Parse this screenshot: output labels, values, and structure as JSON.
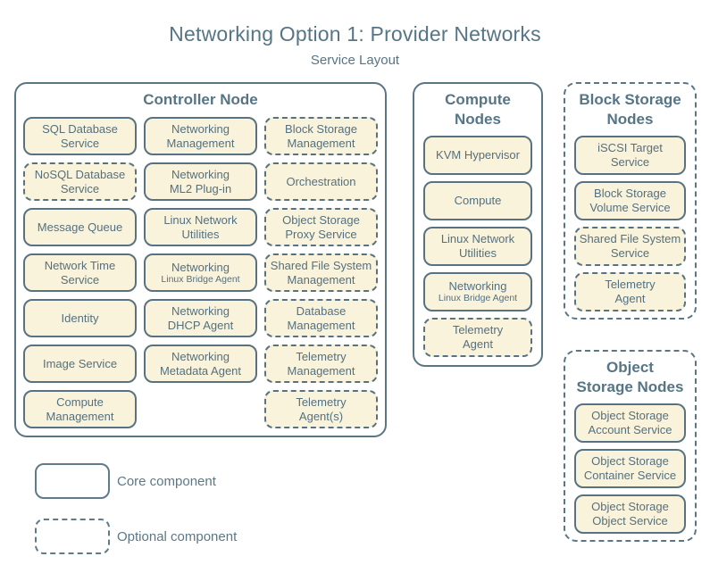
{
  "title": "Networking Option 1: Provider Networks",
  "subtitle": "Service Layout",
  "colors": {
    "background": "#ffffff",
    "box_fill": "#faf3dc",
    "stroke": "#587282",
    "text": "#54707f"
  },
  "containers": [
    {
      "name": "controller-node",
      "title_line1": "Controller Node",
      "title_line2": "",
      "border": "solid",
      "items": [
        {
          "line1": "SQL Database",
          "line2": "Service",
          "type": "core"
        },
        {
          "line1": "Networking",
          "line2": "Management",
          "type": "core"
        },
        {
          "line1": "Block Storage",
          "line2": "Management",
          "type": "optional"
        },
        {
          "line1": "NoSQL Database",
          "line2": "Service",
          "type": "optional"
        },
        {
          "line1": "Networking",
          "line2": "ML2 Plug-in",
          "type": "core"
        },
        {
          "line1": "Orchestration",
          "line2": "",
          "type": "optional"
        },
        {
          "line1": "Message Queue",
          "line2": "",
          "type": "core"
        },
        {
          "line1": "Linux Network",
          "line2": "Utilities",
          "type": "core"
        },
        {
          "line1": "Object Storage",
          "line2": "Proxy Service",
          "type": "optional"
        },
        {
          "line1": "Network Time",
          "line2": "Service",
          "type": "core"
        },
        {
          "line1": "Networking",
          "line2": "Linux Bridge Agent",
          "type": "core"
        },
        {
          "line1": "Shared File System",
          "line2": "Management",
          "type": "optional"
        },
        {
          "line1": "Identity",
          "line2": "",
          "type": "core"
        },
        {
          "line1": "Networking",
          "line2": "DHCP Agent",
          "type": "core"
        },
        {
          "line1": "Database",
          "line2": "Management",
          "type": "optional"
        },
        {
          "line1": "Image Service",
          "line2": "",
          "type": "core"
        },
        {
          "line1": "Networking",
          "line2": "Metadata Agent",
          "type": "core"
        },
        {
          "line1": "Telemetry",
          "line2": "Management",
          "type": "optional"
        },
        {
          "line1": "Compute",
          "line2": "Management",
          "type": "core"
        },
        {
          "line1": "Telemetry",
          "line2": "Agent(s)",
          "type": "optional"
        }
      ]
    },
    {
      "name": "compute-nodes",
      "title_line1": "Compute",
      "title_line2": "Nodes",
      "border": "solid",
      "items": [
        {
          "line1": "KVM Hypervisor",
          "line2": "",
          "type": "core"
        },
        {
          "line1": "Compute",
          "line2": "",
          "type": "core"
        },
        {
          "line1": "Linux Network",
          "line2": "Utilities",
          "type": "core"
        },
        {
          "line1": "Networking",
          "line2": "Linux Bridge Agent",
          "type": "core"
        },
        {
          "line1": "Telemetry",
          "line2": "Agent",
          "type": "optional"
        }
      ]
    },
    {
      "name": "block-storage-nodes",
      "title_line1": "Block Storage",
      "title_line2": "Nodes",
      "border": "dashed",
      "items": [
        {
          "line1": "iSCSI Target",
          "line2": "Service",
          "type": "core"
        },
        {
          "line1": "Block Storage",
          "line2": "Volume Service",
          "type": "core"
        },
        {
          "line1": "Shared File System",
          "line2": "Service",
          "type": "optional"
        },
        {
          "line1": "Telemetry",
          "line2": "Agent",
          "type": "optional"
        }
      ]
    },
    {
      "name": "object-storage-nodes",
      "title_line1": "Object",
      "title_line2": "Storage Nodes",
      "border": "dashed",
      "items": [
        {
          "line1": "Object Storage",
          "line2": "Account Service",
          "type": "core"
        },
        {
          "line1": "Object Storage",
          "line2": "Container Service",
          "type": "core"
        },
        {
          "line1": "Object Storage",
          "line2": "Object Service",
          "type": "core"
        }
      ]
    }
  ],
  "legend": {
    "core_label": "Core component",
    "optional_label": "Optional component"
  }
}
